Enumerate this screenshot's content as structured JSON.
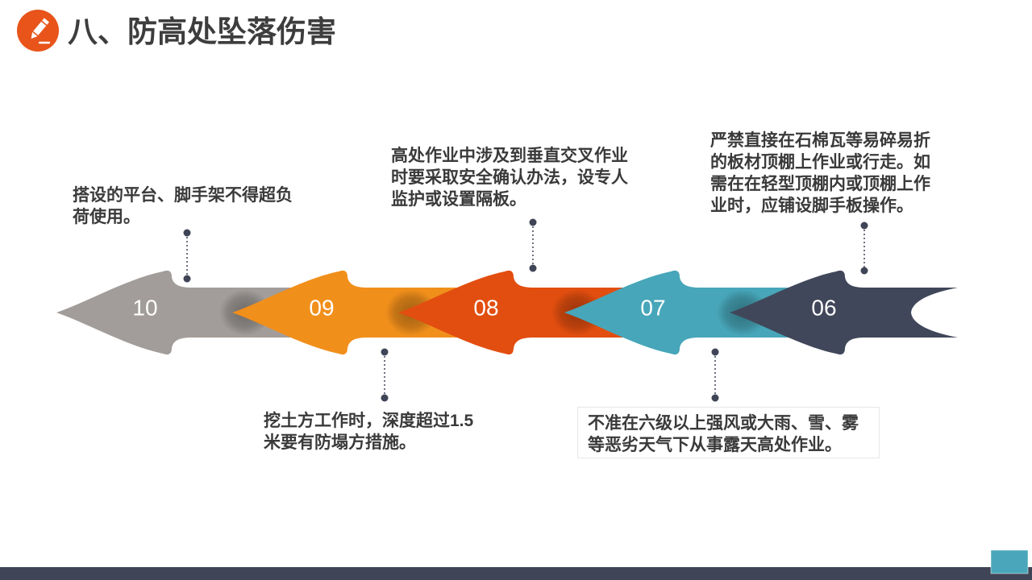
{
  "slide": {
    "title": "八、防高处坠落伤害",
    "icon": "pencil-icon",
    "accent_color": "#e8541a"
  },
  "steps": [
    {
      "number": "10",
      "color": "#a29d9a",
      "lines": [
        "搭设的平台、脚手架不得超负",
        "荷使用。"
      ]
    },
    {
      "number": "09",
      "color": "#f18f1b",
      "lines": [
        "挖土方工作时，深度超过1.5",
        "米要有防塌方措施。"
      ]
    },
    {
      "number": "08",
      "color": "#e24e0f",
      "lines": [
        "高处作业中涉及到垂直交叉作业",
        "时要采取安全确认办法，设专人",
        "监护或设置隔板。"
      ]
    },
    {
      "number": "07",
      "color": "#47a6b9",
      "lines": [
        "不准在六级以上强风或大雨、雪、雾",
        "等恶劣天气下从事露天高处作业。"
      ]
    },
    {
      "number": "06",
      "color": "#41475a",
      "lines": [
        "严禁直接在石棉瓦等易碎易折",
        "的板材顶棚上作业或行走。如",
        "需在在轻型顶棚内或顶棚上作",
        "业时，应铺设脚手板操作。"
      ]
    }
  ],
  "connector_color": "#3f4556",
  "footer": {
    "bar_color": "#3f4556",
    "corner_color": "#4aa7bb"
  }
}
